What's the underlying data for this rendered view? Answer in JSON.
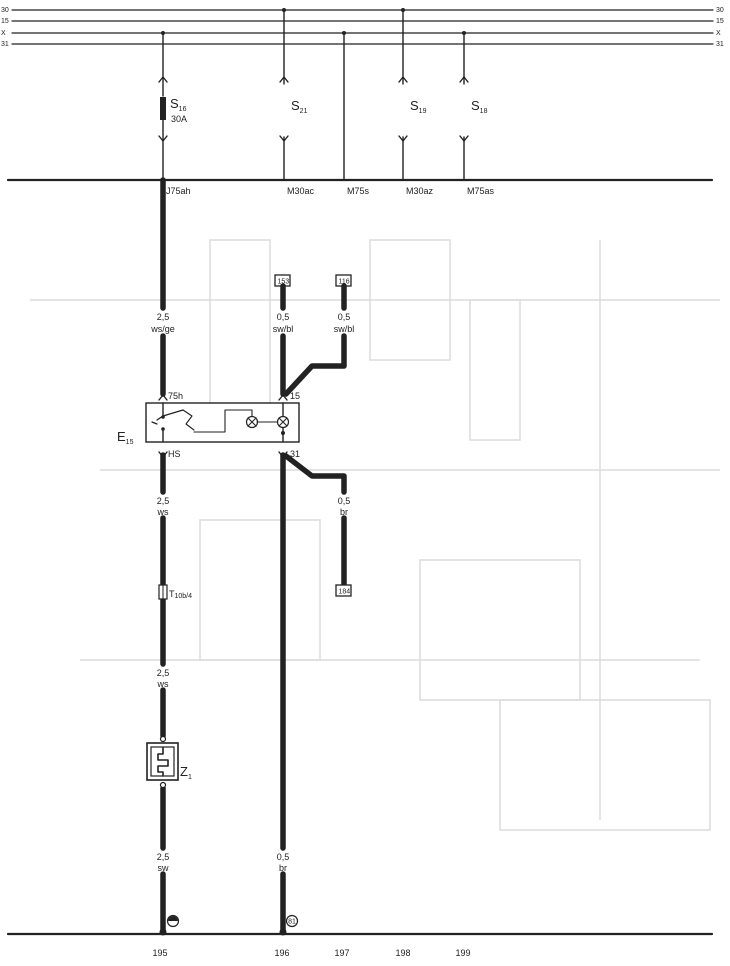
{
  "bus": {
    "labels_left": [
      "30",
      "15",
      "X",
      "31"
    ],
    "labels_right": [
      "30",
      "15",
      "X",
      "31"
    ]
  },
  "fuses": [
    {
      "id": "S16",
      "main": "S",
      "sub": "16",
      "rating": "30A"
    },
    {
      "id": "S21",
      "main": "S",
      "sub": "21"
    },
    {
      "id": "S19",
      "main": "S",
      "sub": "19"
    },
    {
      "id": "S18",
      "main": "S",
      "sub": "18"
    }
  ],
  "connections": [
    "J75ah",
    "M30ac",
    "M75s",
    "M30az",
    "M75as"
  ],
  "refs": {
    "r153": "153",
    "r116": "116",
    "r184": "184"
  },
  "wires": {
    "w1": {
      "gauge": "2,5",
      "color": "ws/ge"
    },
    "w2": {
      "gauge": "0,5",
      "color": "sw/bl"
    },
    "w3": {
      "gauge": "0,5",
      "color": "sw/bl"
    },
    "w4": {
      "gauge": "2,5",
      "color": "ws"
    },
    "w5": {
      "gauge": "0,5",
      "color": "br"
    },
    "w6": {
      "gauge": "2,5",
      "color": "ws"
    },
    "w7": {
      "gauge": "2,5",
      "color": "sw"
    },
    "w8": {
      "gauge": "0,5",
      "color": "br"
    }
  },
  "component_e15": {
    "main": "E",
    "sub": "15"
  },
  "component_z1": {
    "main": "Z",
    "sub": "1"
  },
  "pins": {
    "p75h": "75h",
    "p15": "15",
    "pHS": "HS",
    "p31": "31"
  },
  "connector_t": {
    "main": "T",
    "sub": "10b/4"
  },
  "grounds": {
    "g1": "",
    "g2": "81"
  },
  "current_tracks": [
    "195",
    "196",
    "197",
    "198",
    "199"
  ]
}
